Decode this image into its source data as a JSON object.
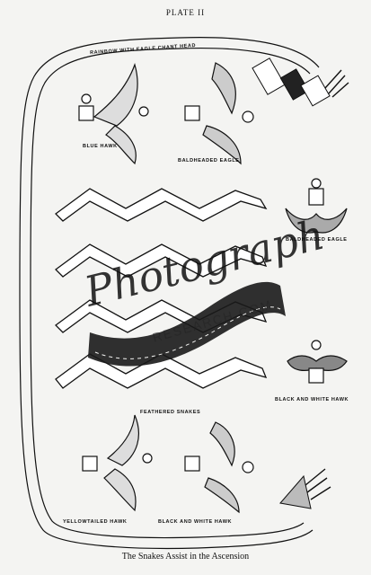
{
  "plate_title": "PLATE II",
  "caption": "The Snakes Assist in the Ascension",
  "labels": {
    "rainbow": "RAINBOW WITH EAGLE CHANT HEAD",
    "blue_hawk": "BLUE HAWK",
    "baldheaded_eagle_top": "BALDHEADED EAGLE",
    "baldheaded_eagle_right": "BALDHEADED EAGLE",
    "black_white_hawk_right": "BLACK AND WHITE HAWK",
    "feathered_snakes": "FEATHERED SNAKES",
    "yellowtailed_hawk": "YELLOWTAILED HAWK",
    "black_white_hawk_bottom": "BLACK AND WHITE HAWK"
  },
  "watermark": {
    "script": "Photograph",
    "line": "RESEARCH.COM"
  },
  "icons": {
    "rainbow": "rainbow-arch-icon",
    "eagle": "eagle-figure-icon",
    "hawk": "hawk-figure-icon",
    "snake": "feathered-snake-icon",
    "filmstrip": "film-strip-icon"
  }
}
